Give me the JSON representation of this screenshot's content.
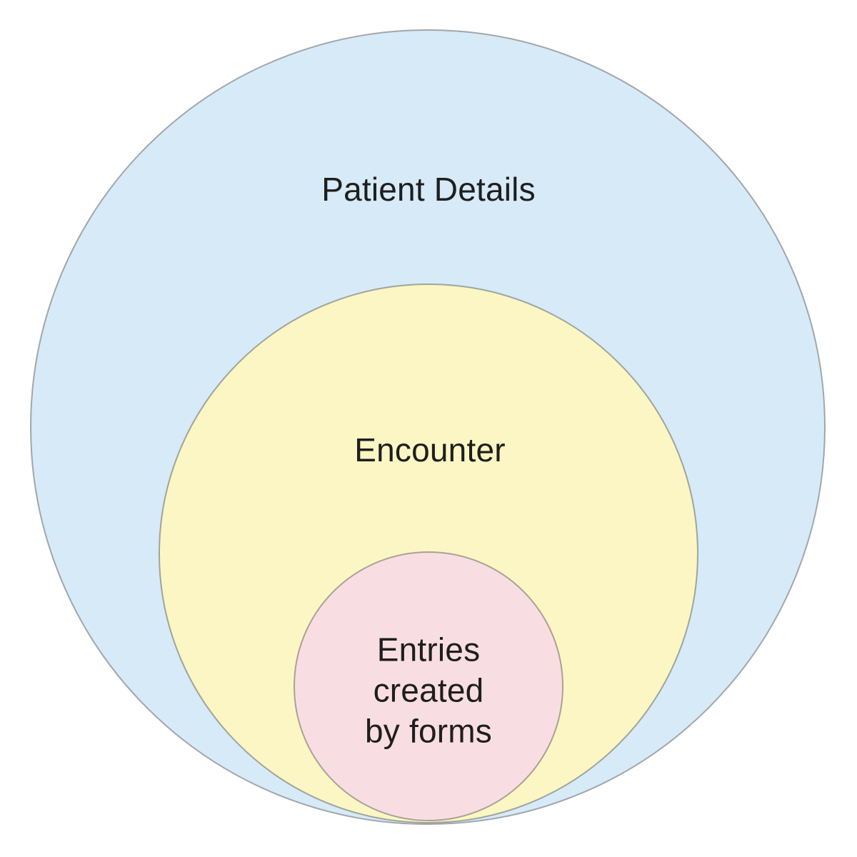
{
  "diagram": {
    "type": "nested-circles",
    "title": "",
    "background_color": "#ffffff",
    "text_color": "#1e1e1e",
    "border_color": "rgba(90,90,90,0.5)",
    "rings": [
      {
        "label": "Patient Details",
        "fill": "#d6eaf8"
      },
      {
        "label": "Encounter",
        "fill": "#fbf6c3"
      },
      {
        "label": "Entries created by forms",
        "lines": [
          "Entries",
          "created",
          "by forms"
        ],
        "fill": "#f8dee2"
      }
    ]
  }
}
